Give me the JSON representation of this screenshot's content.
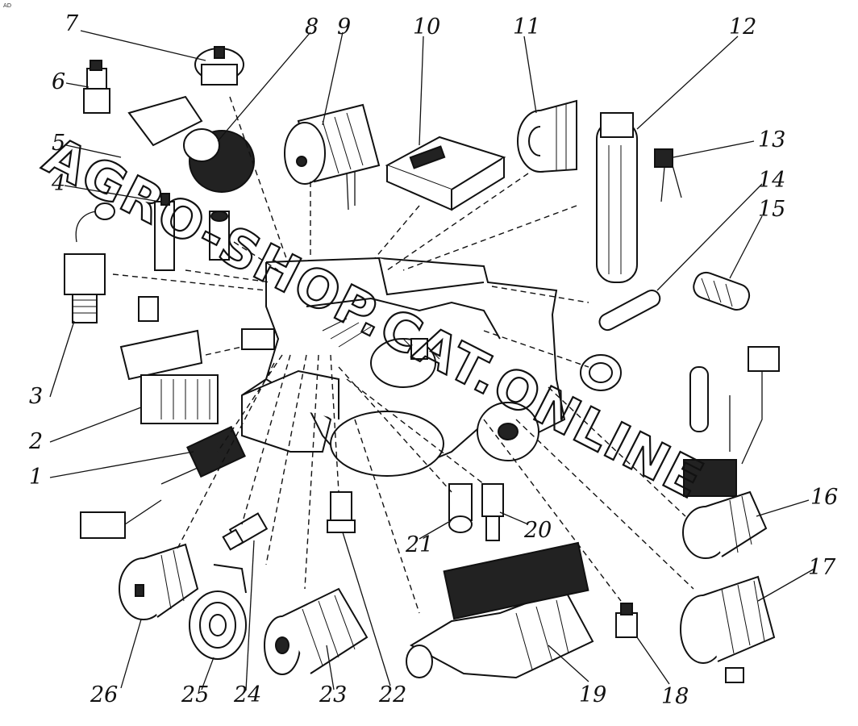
{
  "corner_mark": "AD",
  "watermark": "AGRO-SHOP.CAT.ONLINE",
  "callouts": [
    "1",
    "2",
    "3",
    "4",
    "5",
    "6",
    "7",
    "8",
    "9",
    "10",
    "11",
    "12",
    "13",
    "14",
    "15",
    "16",
    "17",
    "18",
    "19",
    "20",
    "21",
    "22",
    "23",
    "24",
    "25",
    "26"
  ]
}
